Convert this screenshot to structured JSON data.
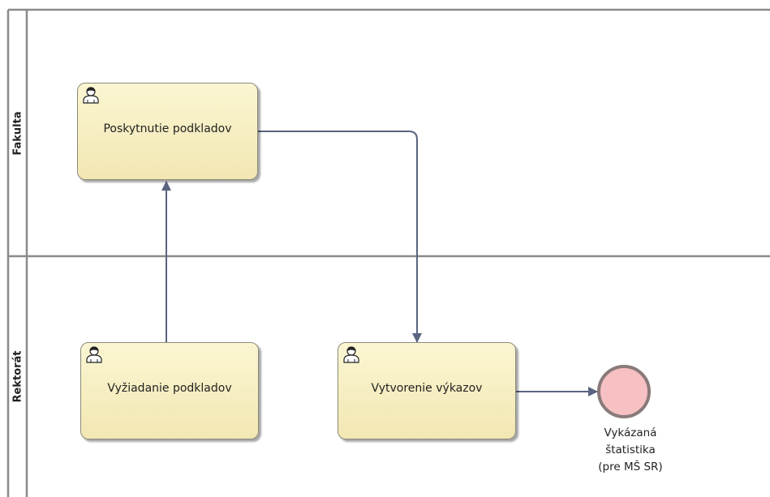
{
  "lanes": [
    {
      "name": "Fakulta"
    },
    {
      "name": "Rektorát"
    }
  ],
  "tasks": {
    "poskytnutie": {
      "label": "Poskytnutie podkladov",
      "icon": "user-icon"
    },
    "vyziadanie": {
      "label": "Vyžiadanie podkladov",
      "icon": "user-icon"
    },
    "vytvorenie": {
      "label": "Vytvorenie výkazov",
      "icon": "user-icon"
    }
  },
  "end_event": {
    "lines": [
      "Vykázaná",
      "štatistika",
      "(pre MŠ SR)"
    ],
    "fill": "#f7c1c3",
    "stroke": "#8a7a7a"
  },
  "colors": {
    "task_fill": "#f6edbf",
    "flow": "#5a6480",
    "lane_border": "#8a8a8a"
  }
}
